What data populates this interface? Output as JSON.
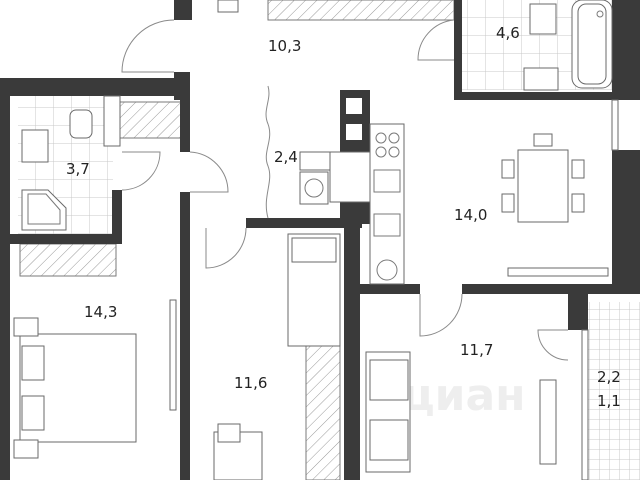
{
  "rooms": [
    {
      "id": "hall",
      "area": "10,3"
    },
    {
      "id": "bath",
      "area": "4,6"
    },
    {
      "id": "wc",
      "area": "3,7"
    },
    {
      "id": "closet",
      "area": "2,4"
    },
    {
      "id": "kitchen",
      "area": "14,0"
    },
    {
      "id": "bedroom-left",
      "area": "14,3"
    },
    {
      "id": "bedroom-mid",
      "area": "11,6"
    },
    {
      "id": "bedroom-right",
      "area": "11,7"
    },
    {
      "id": "balcony",
      "area": "2,2"
    },
    {
      "id": "balcony-reduced",
      "area": "1,1"
    }
  ],
  "watermark": "циан",
  "colors": {
    "wall": "#3a3a3a",
    "tile_line": "#bbbbbb",
    "balcony_tile": "#c8c8c8"
  }
}
